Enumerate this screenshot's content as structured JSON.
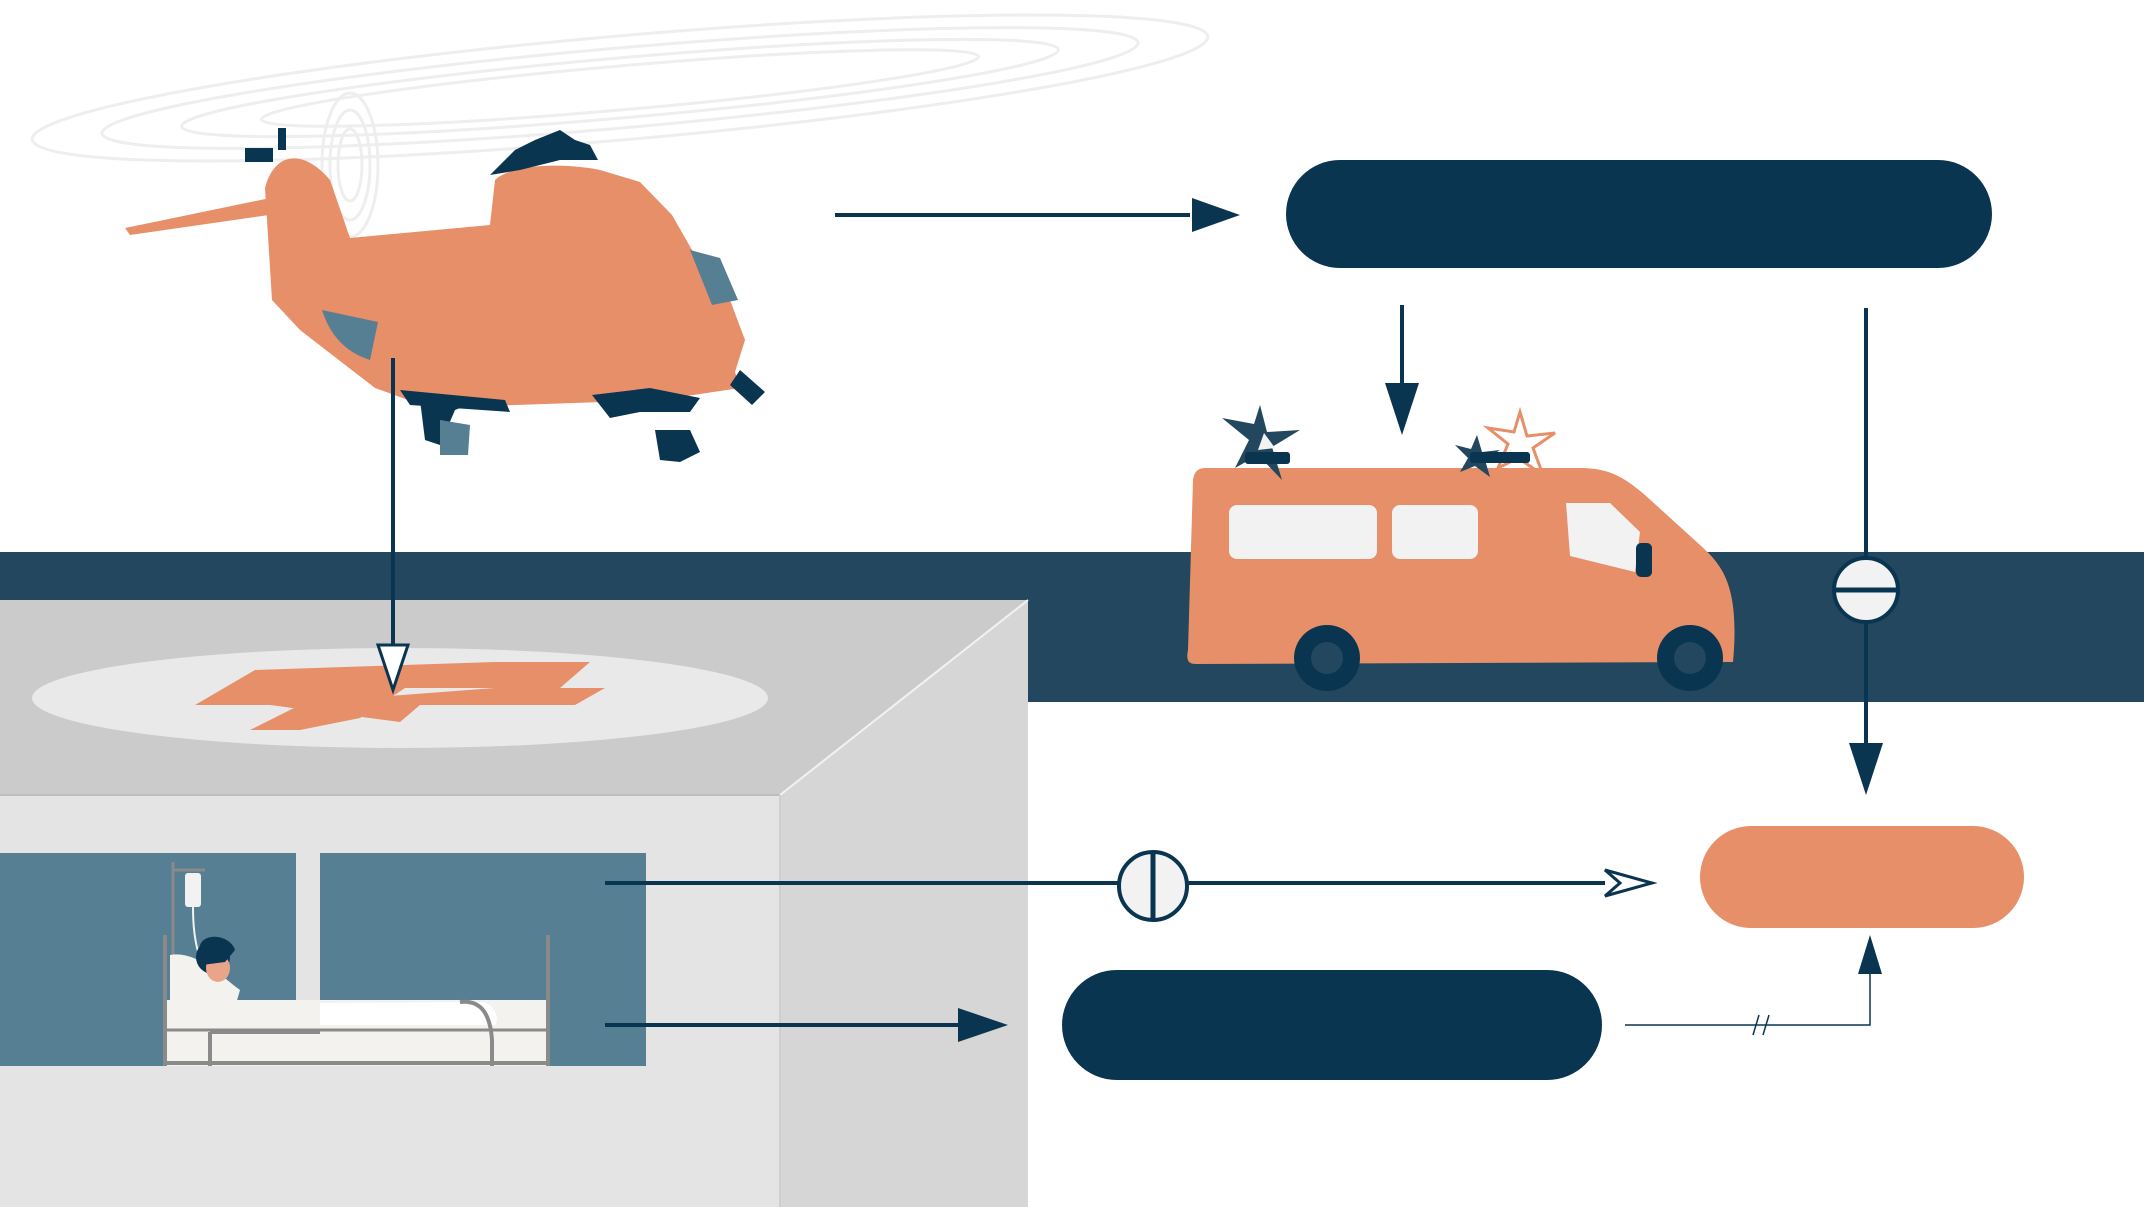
{
  "diagram": {
    "type": "flow-diagram",
    "nodes": [
      {
        "id": "top-right-node",
        "label": "",
        "color": "#0a3550"
      },
      {
        "id": "bottom-center-node",
        "label": "",
        "color": "#0a3550"
      },
      {
        "id": "right-target-node",
        "label": "",
        "color": "#e68f69"
      }
    ],
    "edges": [
      {
        "from": "helicopter",
        "to": "top-right-node",
        "style": "solid-arrow"
      },
      {
        "from": "helicopter",
        "to": "helipad",
        "style": "open-arrow"
      },
      {
        "from": "top-right-node",
        "to": "ambulance",
        "style": "solid-arrow"
      },
      {
        "from": "top-right-node",
        "to": "right-target-node",
        "style": "solid-arrow",
        "marker": "horizontal-bar-circle"
      },
      {
        "from": "hospital-room",
        "to": "right-target-node",
        "style": "open-arrow",
        "marker": "vertical-bar-circle"
      },
      {
        "from": "hospital-room",
        "to": "bottom-center-node",
        "style": "solid-arrow"
      },
      {
        "from": "bottom-center-node",
        "to": "right-target-node",
        "style": "thin-arrow",
        "marker": "double-slash"
      }
    ]
  },
  "scene": {
    "illustrations": [
      "helicopter-icon",
      "ambulance-icon",
      "helipad-cross-icon",
      "hospital-bed-patient-icon",
      "iv-drip-icon"
    ]
  },
  "colors": {
    "navy": "#0a3550",
    "road": "#22475e",
    "orange": "#e68f69",
    "window_blue": "#577f94",
    "roof_grey": "#cbcbcb",
    "wall_grey": "#e4e4e4",
    "wall_side": "#d6d6d6"
  }
}
